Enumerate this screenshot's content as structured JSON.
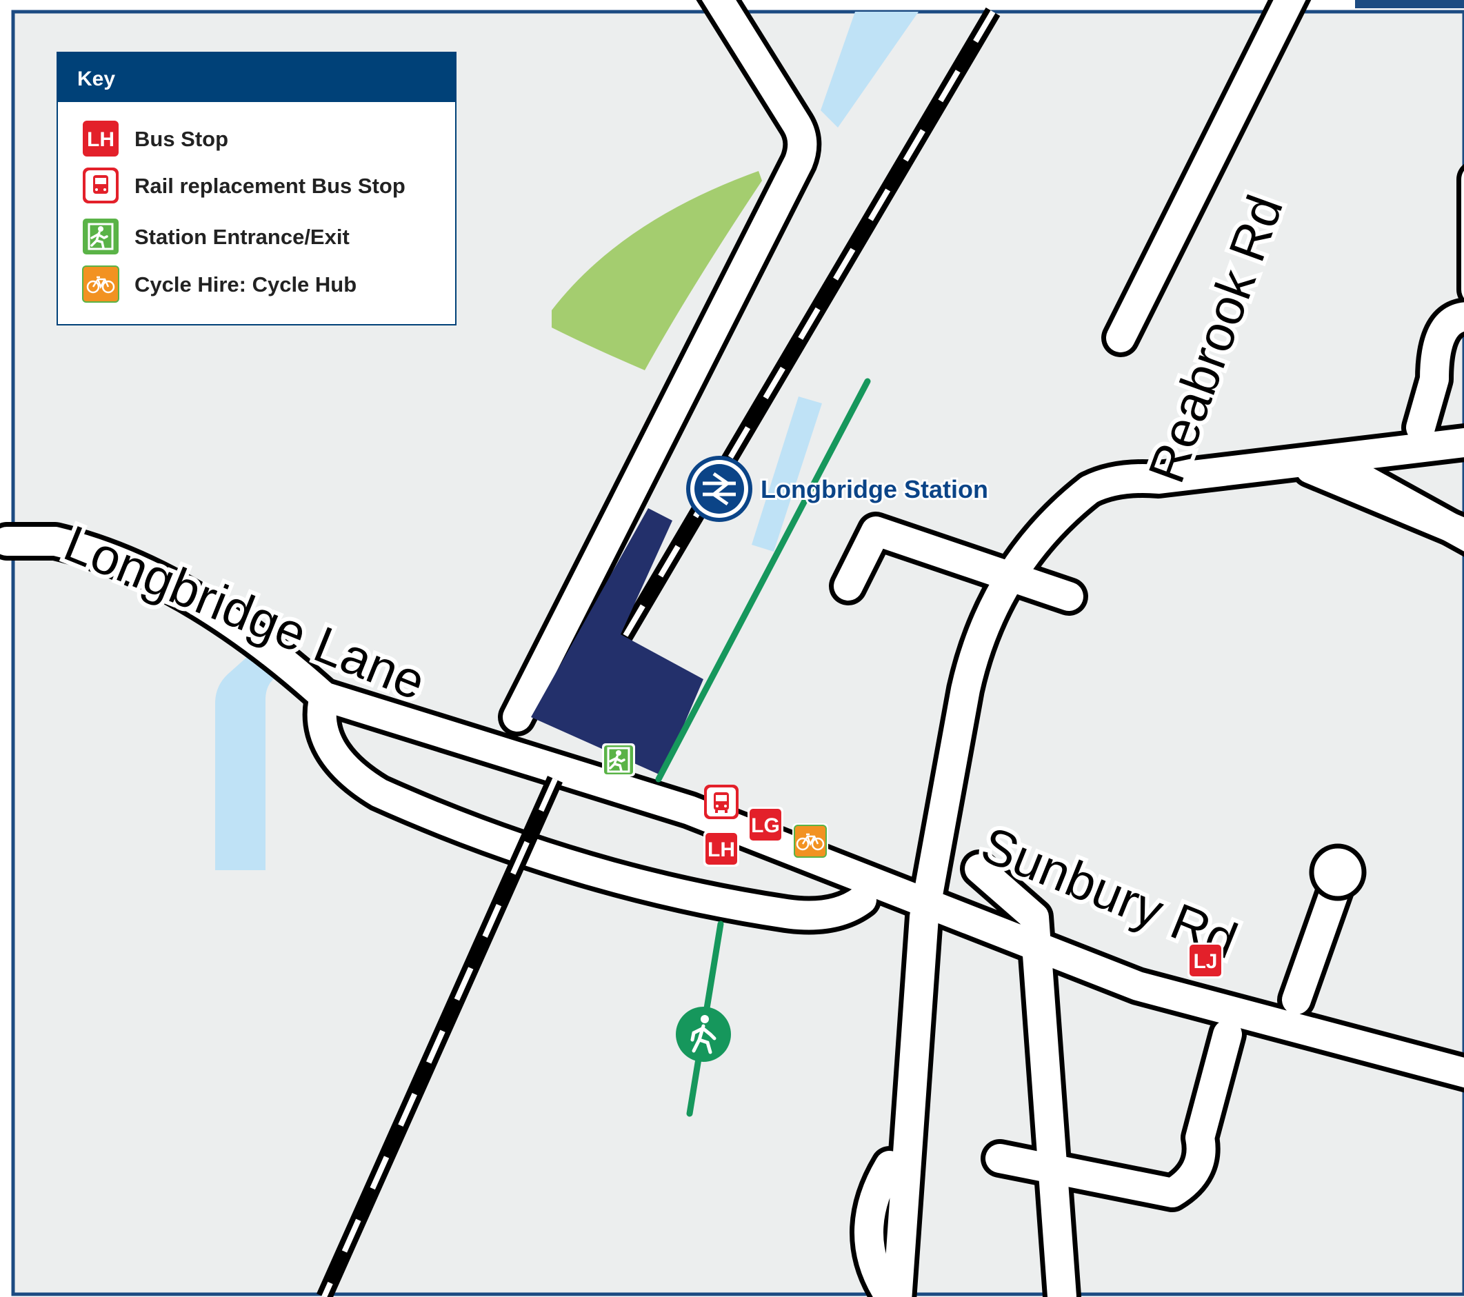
{
  "colors": {
    "background": "#eceeee",
    "frame": "#1c4b82",
    "road_fill": "#ffffff",
    "road_casing": "#000000",
    "water": "#bfe2f6",
    "park": "#a4cd6f",
    "station_building": "#23306b",
    "footpath": "#16975c",
    "key_header": "#004178",
    "bus_stop_red": "#e3202a",
    "exit_green": "#5ab347",
    "cycle_orange": "#f29221"
  },
  "key": {
    "title": "Key",
    "items": [
      {
        "icon": "bus-stop-icon",
        "code": "LH",
        "label": "Bus Stop"
      },
      {
        "icon": "rail-replacement-bus-icon",
        "label": "Rail replacement Bus Stop"
      },
      {
        "icon": "station-exit-icon",
        "label": "Station Entrance/Exit"
      },
      {
        "icon": "cycle-hire-icon",
        "label": "Cycle Hire: Cycle Hub"
      }
    ]
  },
  "station": {
    "name": "Longbridge Station",
    "icon": "national-rail-icon"
  },
  "roads": {
    "longbridge_lane": "Longbridge Lane",
    "sunbury_rd": "Sunbury Rd",
    "reabrook_rd": "Reabrook Rd"
  },
  "bus_stops": [
    {
      "code": "LG"
    },
    {
      "code": "LH"
    },
    {
      "code": "LJ"
    }
  ],
  "markers": {
    "exit_icon": "station-exit-icon",
    "rail_bus_icon": "rail-replacement-bus-icon",
    "cycle_icon": "cycle-hire-icon",
    "walk_icon": "walking-route-icon"
  }
}
